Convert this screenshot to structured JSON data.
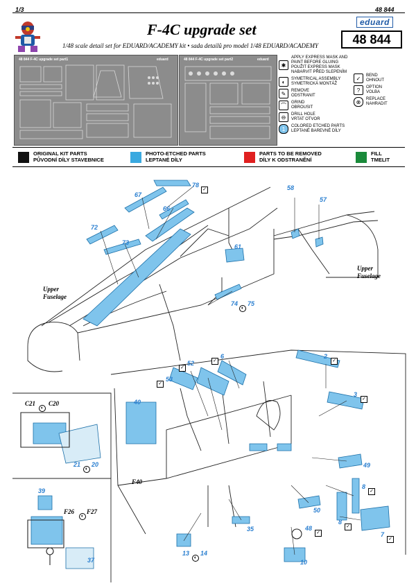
{
  "header": {
    "page": "1/3",
    "set_code": "48 844",
    "brand": "eduard",
    "title": "F-4C upgrade set",
    "subtitle": "1/48 scale detail set for EDUARD/ACADEMY kit • sada detailů pro model 1/48 EDUARD/ACADEMY",
    "set_number": "48 844"
  },
  "frets": {
    "part1": "48 844 F-4C upgrade set part1",
    "part2": "48 844 F-4C upgrade set part2",
    "brand1": "eduard",
    "brand2": "eduard"
  },
  "instructions": [
    {
      "icon": "star-icon",
      "glyph": "✱",
      "text": "APPLY EXPRESS MASK AND PAINT BEFORE GLUING\nPOUŽIT EXPRESS MASK NABARVIT PŘED SLEPENÍM"
    },
    {
      "icon": "symmetry-icon",
      "glyph": "◐",
      "text": "SYMETRICAL ASSEMBLY\nSYMETRICKÁ MONTÁŽ"
    },
    {
      "icon": "remove-icon",
      "glyph": "✎",
      "text": "REMOVE\nODSTRANIT"
    },
    {
      "icon": "grind-icon",
      "glyph": "⌒",
      "text": "GRIND\nOBROUSIT"
    },
    {
      "icon": "drill-icon",
      "glyph": "⊖",
      "text": "DRILL HOLE\nVRTAT OTVOR"
    },
    {
      "icon": "bend-icon",
      "glyph": "✓",
      "text": "BEND\nOHNOUT"
    },
    {
      "icon": "option-icon",
      "glyph": "?",
      "text": "OPTION\nVOLBA"
    },
    {
      "icon": "replace-icon",
      "glyph": "⊗",
      "text": "REPLACE\nNAHRADIT"
    },
    {
      "icon": "colored-parts-icon",
      "glyph": "1",
      "text": "COLORED ETCHED PARTS\nLEPTANÉ BAREVNÉ DÍLY"
    }
  ],
  "color_key": [
    {
      "label": "ORIGINAL KIT PARTS\nPŮVODNÍ DÍLY STAVEBNICE",
      "color": "#111111"
    },
    {
      "label": "PHOTO-ETCHED PARTS\nLEPTANÉ DÍLY",
      "color": "#3aa9e0"
    },
    {
      "label": "PARTS TO BE REMOVED\nDÍLY K ODSTRANĚNÍ",
      "color": "#e02020"
    },
    {
      "label": "FILL\nTMELIT",
      "color": "#1a8a3a"
    }
  ],
  "labels": {
    "upper_fuselage_left": "Upper\nFuselage",
    "upper_fuselage_right": "Upper\nFuselage",
    "f40": "F40",
    "c21": "C21",
    "c20": "C20",
    "f26": "F26",
    "f27": "F27"
  },
  "callouts": [
    "78",
    "67",
    "66",
    "72",
    "73",
    "61",
    "74",
    "75",
    "58",
    "57",
    "2",
    "6",
    "52",
    "53",
    "3",
    "40",
    "49",
    "8",
    "8",
    "50",
    "48",
    "7",
    "10",
    "35",
    "13",
    "14",
    "21",
    "20",
    "39",
    "37"
  ]
}
